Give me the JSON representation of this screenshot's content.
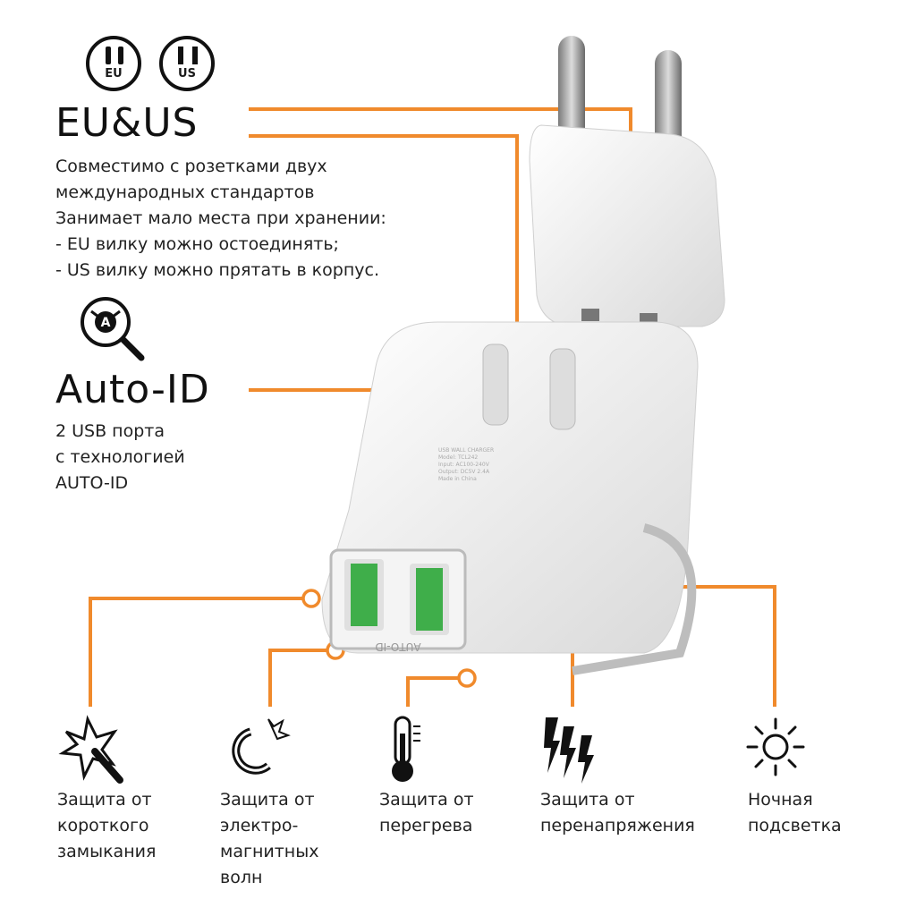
{
  "standards": {
    "badges": [
      {
        "label": "EU",
        "icon": "eu-plug-badge-icon"
      },
      {
        "label": "US",
        "icon": "us-plug-badge-icon"
      }
    ],
    "title": "EU&US",
    "description": [
      "Совместимо с розетками двух",
      "международных стандартов",
      "Занимает мало места при хранении:",
      "- EU вилку можно остоединять;",
      "- US вилку можно прятать в корпус."
    ]
  },
  "auto_id": {
    "icon": "auto-id-magnifier-icon",
    "icon_letter": "A",
    "title": "Auto-ID",
    "description": [
      "2 USB порта",
      "с технологией",
      "AUTO-ID"
    ]
  },
  "device": {
    "port_label": "AUTO-ID",
    "label_lines": [
      "USB WALL CHARGER",
      "Model: TCL242",
      "Input: AC100-240V",
      "Output: DC5V 2.4A",
      "Made in China"
    ]
  },
  "features": [
    {
      "icon": "short-circuit-icon",
      "lines": [
        "Защита от",
        "короткого",
        "замыкания"
      ]
    },
    {
      "icon": "magnet-icon",
      "lines": [
        "Защита от",
        "электро-",
        "магнитных",
        "волн"
      ]
    },
    {
      "icon": "thermometer-icon",
      "lines": [
        "Защита от",
        "перегрева"
      ]
    },
    {
      "icon": "lightning-icon",
      "lines": [
        "Защита от",
        "перенапряжения"
      ]
    },
    {
      "icon": "sun-icon",
      "lines": [
        "Ночная",
        "подсветка"
      ]
    }
  ],
  "colors": {
    "accent": "#F08A2C",
    "text": "#1a1a1a"
  }
}
